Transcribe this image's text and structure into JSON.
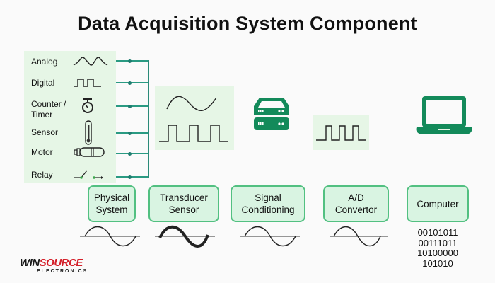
{
  "title": "Data Acquisition System Component",
  "inputs": [
    {
      "label": "Analog",
      "icon": "analog-wave-icon"
    },
    {
      "label": "Digital",
      "icon": "digital-pulse-icon"
    },
    {
      "label": "Counter / Timer",
      "icon": "stopwatch-icon"
    },
    {
      "label": "Sensor",
      "icon": "thermometer-icon"
    },
    {
      "label": "Motor",
      "icon": "motor-icon"
    },
    {
      "label": "Relay",
      "icon": "relay-switch-icon"
    }
  ],
  "counter_line1": "Counter /",
  "counter_line2": "Timer",
  "stages": [
    {
      "line1": "Physical",
      "line2": "System"
    },
    {
      "line1": "Transducer",
      "line2": "Sensor"
    },
    {
      "line1": "Signal",
      "line2": "Conditioning"
    },
    {
      "line1": "A/D",
      "line2": "Convertor"
    },
    {
      "line1": "Computer",
      "line2": ""
    }
  ],
  "binary_output": [
    "00101011",
    "00111011",
    "10100000",
    "101010"
  ],
  "logo": {
    "win": "WIN",
    "source": "SOURCE",
    "sub": "ELECTRONICS"
  },
  "colors": {
    "accent_green": "#138a5a",
    "panel_bg": "#e6f6e6",
    "stage_border": "#52c081",
    "wire": "#2a9a82",
    "logo_red": "#d4202a"
  }
}
